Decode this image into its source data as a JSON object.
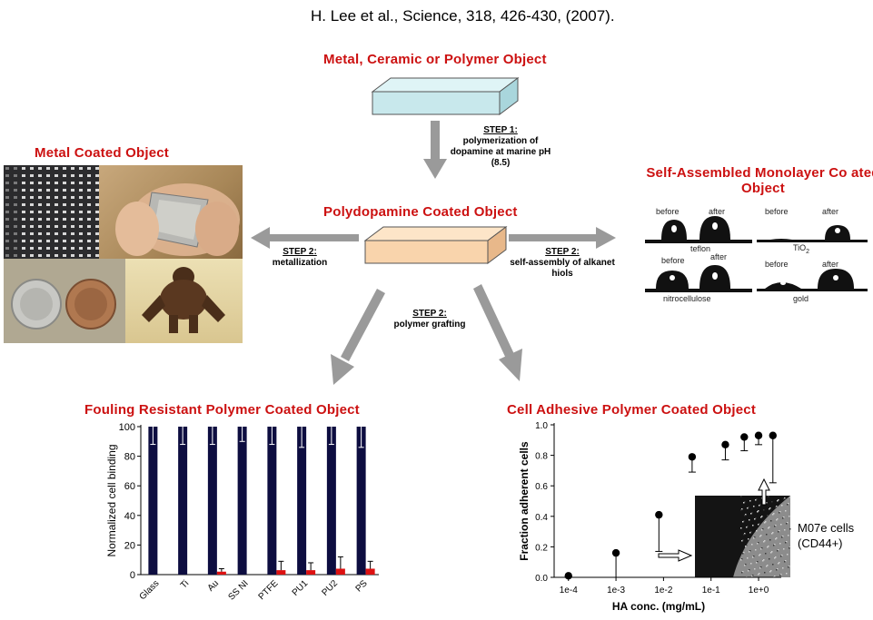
{
  "citation": "H. Lee et al., Science, 318, 426-430, (2007).",
  "titles": {
    "top": "Metal, Ceramic or Polymer Object",
    "center": "Polydopamine Coated Object",
    "metal": "Metal Coated Object",
    "sam": "Self-Assembled Monolayer Co ated Object",
    "fouling": "Fouling Resistant Polymer Coated Object",
    "adhesive": "Cell Adhesive Polymer Coated Object"
  },
  "steps": {
    "step1": {
      "head": "STEP 1:",
      "text": "polymerization of dopamine at marine pH (8.5)"
    },
    "step2_metal": {
      "head": "STEP 2:",
      "text": "metallization"
    },
    "step2_sam": {
      "head": "STEP 2:",
      "text": "self-assembly of alkanet hiols"
    },
    "step2_polymer": {
      "head": "STEP 2:",
      "text": "polymer grafting"
    }
  },
  "contact_angle": {
    "before": "before",
    "after": "after",
    "samples": [
      "teflon",
      "TiO2",
      "nitrocellulose",
      "gold"
    ]
  },
  "colors": {
    "title_red": "#cc1111",
    "bar_navy": "#0d0d40",
    "bar_red": "#dd1111",
    "top_block": "#c8e8ec",
    "center_block": "#f9d4ac",
    "arrow_gray": "#9a9a9a"
  },
  "chart_data": [
    {
      "type": "bar",
      "ylabel": "Normalized cell binding",
      "categories": [
        "Glass",
        "Ti",
        "Au",
        "SS NI",
        "PTFE",
        "PU1",
        "PU2",
        "PS"
      ],
      "ylim": [
        0,
        100
      ],
      "yticks": [
        0,
        20,
        40,
        60,
        80,
        100
      ],
      "series": [
        {
          "values": [
            100,
            100,
            100,
            100,
            100,
            100,
            100,
            100
          ],
          "errors": [
            12,
            12,
            12,
            10,
            12,
            14,
            12,
            14
          ]
        },
        {
          "values": [
            0,
            0,
            2,
            0,
            3,
            3,
            4,
            4
          ],
          "errors": [
            0,
            0,
            2,
            0,
            6,
            5,
            8,
            5
          ]
        }
      ],
      "grid": false
    },
    {
      "type": "scatter",
      "xlabel": "HA conc. (mg/mL)",
      "ylabel": "Fraction adherent cells",
      "xscale": "log",
      "xlim": [
        5e-05,
        3
      ],
      "ylim": [
        0,
        1
      ],
      "xticks": [
        "1e-4",
        "1e-3",
        "1e-2",
        "1e-1",
        "1e+0"
      ],
      "yticks": [
        "0.0",
        "0.2",
        "0.4",
        "0.6",
        "0.8",
        "1.0"
      ],
      "x": [
        0.0001,
        0.001,
        0.008,
        0.04,
        0.2,
        0.5,
        1.0,
        2.0
      ],
      "y": [
        0.01,
        0.16,
        0.41,
        0.79,
        0.87,
        0.92,
        0.93,
        0.93
      ],
      "err_low": [
        0,
        0.16,
        0.24,
        0.1,
        0.1,
        0.09,
        0.06,
        0.31
      ],
      "inset_label": "M07e cells (CD44+)",
      "grid": false
    }
  ]
}
